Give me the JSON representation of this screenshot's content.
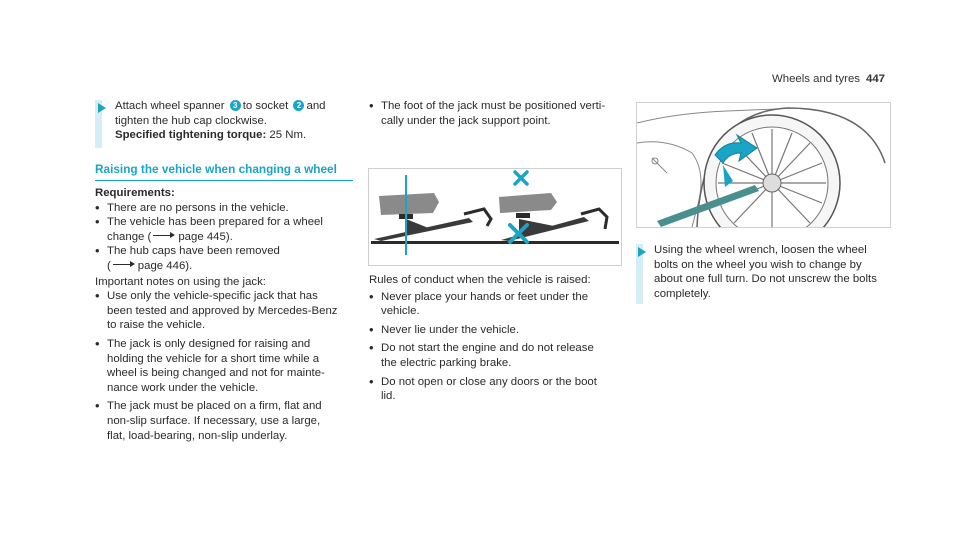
{
  "header": {
    "title": "Wheels and tyres",
    "page": "447"
  },
  "col1": {
    "step1": {
      "t1": "Attach wheel spanner",
      "n3": "3",
      "t2": "to socket",
      "n2": "2",
      "t3": "and",
      "line2": "tighten the hub cap clockwise.",
      "spec_label": "Specified tightening torque:",
      "spec_value": " 25 Nm."
    },
    "section_title": "Raising the vehicle when changing a wheel",
    "req_title": "Requirements:",
    "req_1": "There are no persons in the vehicle.",
    "req_2a": "The vehicle has been prepared for a wheel",
    "req_2b_pre": "change (",
    "req_2b_page": "page 445).",
    "req_3a": "The hub caps have been removed",
    "req_3b_pre": "(",
    "req_3b_page": "page 446).",
    "notes_title": "Important notes on using the jack:",
    "n1a": "Use only the vehicle-specific jack that has",
    "n1b": "been tested and approved by Mercedes-Benz",
    "n1c": "to raise the vehicle.",
    "n2a": "The jack is only designed for raising and",
    "n2b": "holding the vehicle for a short time while a",
    "n2c": "wheel is being changed and not for mainte-",
    "n2d": "nance work under the vehicle.",
    "n3a": "The jack must be placed on a firm, flat and",
    "n3b": "non-slip surface. If necessary, use a large,",
    "n3c": "flat, load-bearing, non-slip underlay."
  },
  "col2": {
    "b1a": "The foot of the jack must be positioned verti-",
    "b1b": "cally under the jack support point.",
    "rules_title": "Rules of conduct when the vehicle is raised:",
    "r1a": "Never place your hands or feet under the",
    "r1b": "vehicle.",
    "r2": "Never lie under the vehicle.",
    "r3a": "Do not start the engine and do not release",
    "r3b": "the electric parking brake.",
    "r4a": "Do not open or close any doors or the boot",
    "r4b": "lid."
  },
  "col3": {
    "s1a": "Using the wheel wrench, loosen the wheel",
    "s1b": "bolts on the wheel you wish to change by",
    "s1c": "about one full turn. Do not unscrew the bolts",
    "s1d": "completely."
  },
  "colors": {
    "accent": "#1aa5c6",
    "step_bar": "#d5eef5",
    "text": "#2b2b2b"
  },
  "icons": [
    "step-arrow-icon",
    "page-ref-arrow-icon",
    "callout-number-icon",
    "prohibited-x-icon"
  ]
}
